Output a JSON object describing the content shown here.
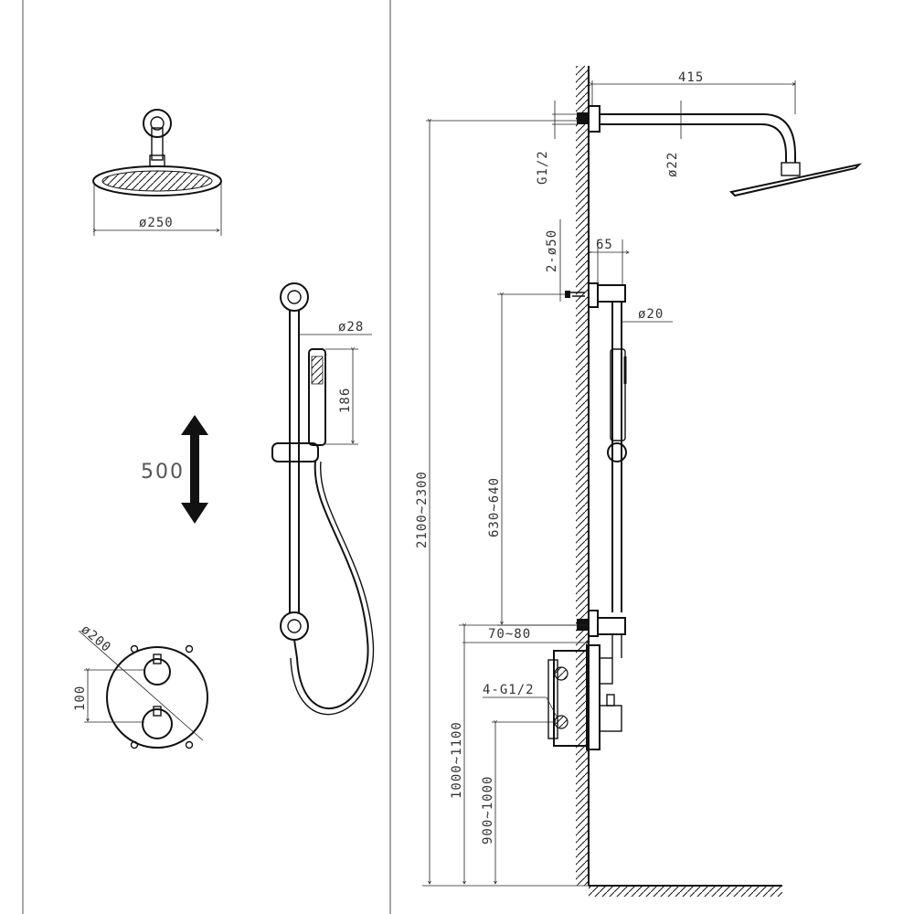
{
  "colors": {
    "ink": "#111111",
    "background": "#ffffff",
    "arrow": "#111111"
  },
  "labels": {
    "head_diameter": "ø250",
    "handset_diameter": "ø28",
    "handset_length": "186",
    "slide_travel": "500",
    "plate_diameter": "ø200",
    "valve_spacing": "100",
    "arm_length": "415",
    "inlet_thread": "G1/2",
    "arm_diameter": "ø22",
    "bracket_screws": "2-ø50",
    "bracket_offset": "65",
    "rail_diameter": "ø20",
    "total_height": "2100~2300",
    "rail_spacing": "630~640",
    "valve_depth": "70~80",
    "valve_ports": "4-G1/2",
    "outlet_height": "1000~1100",
    "valve_height": "900~1000"
  }
}
